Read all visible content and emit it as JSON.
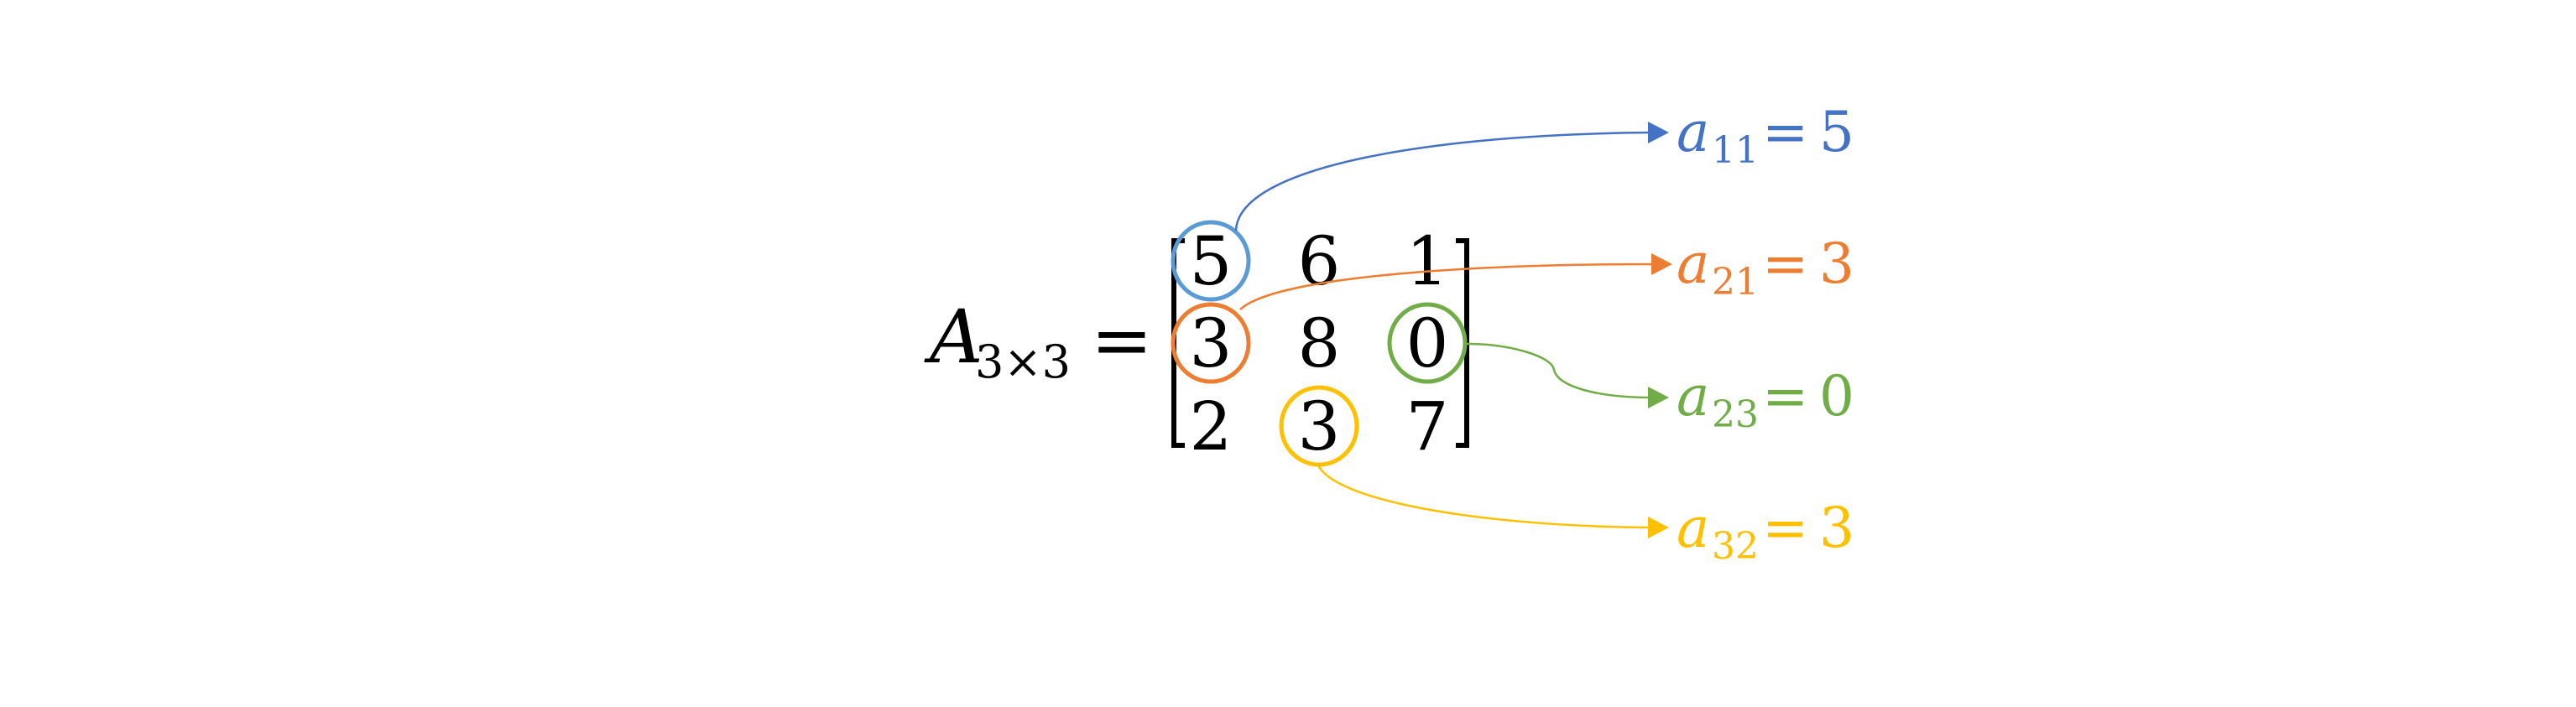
{
  "matrix": {
    "name": "A",
    "subscript": "3×3",
    "equals": "=",
    "rows": [
      [
        "5",
        "6",
        "1"
      ],
      [
        "3",
        "8",
        "0"
      ],
      [
        "2",
        "3",
        "7"
      ]
    ]
  },
  "annotations": [
    {
      "letter": "a",
      "index": "11",
      "equals": "=",
      "value": "5",
      "row": 0,
      "col": 0,
      "color": "#4472C4",
      "circle_color": "#5B9BD5"
    },
    {
      "letter": "a",
      "index": "21",
      "equals": "=",
      "value": "3",
      "row": 1,
      "col": 0,
      "color": "#ED7D31",
      "circle_color": "#ED7D31"
    },
    {
      "letter": "a",
      "index": "23",
      "equals": "=",
      "value": "0",
      "row": 1,
      "col": 2,
      "color": "#70AD47",
      "circle_color": "#70AD47"
    },
    {
      "letter": "a",
      "index": "32",
      "equals": "=",
      "value": "3",
      "row": 2,
      "col": 1,
      "color": "#FFC000",
      "circle_color": "#FFC000"
    }
  ]
}
